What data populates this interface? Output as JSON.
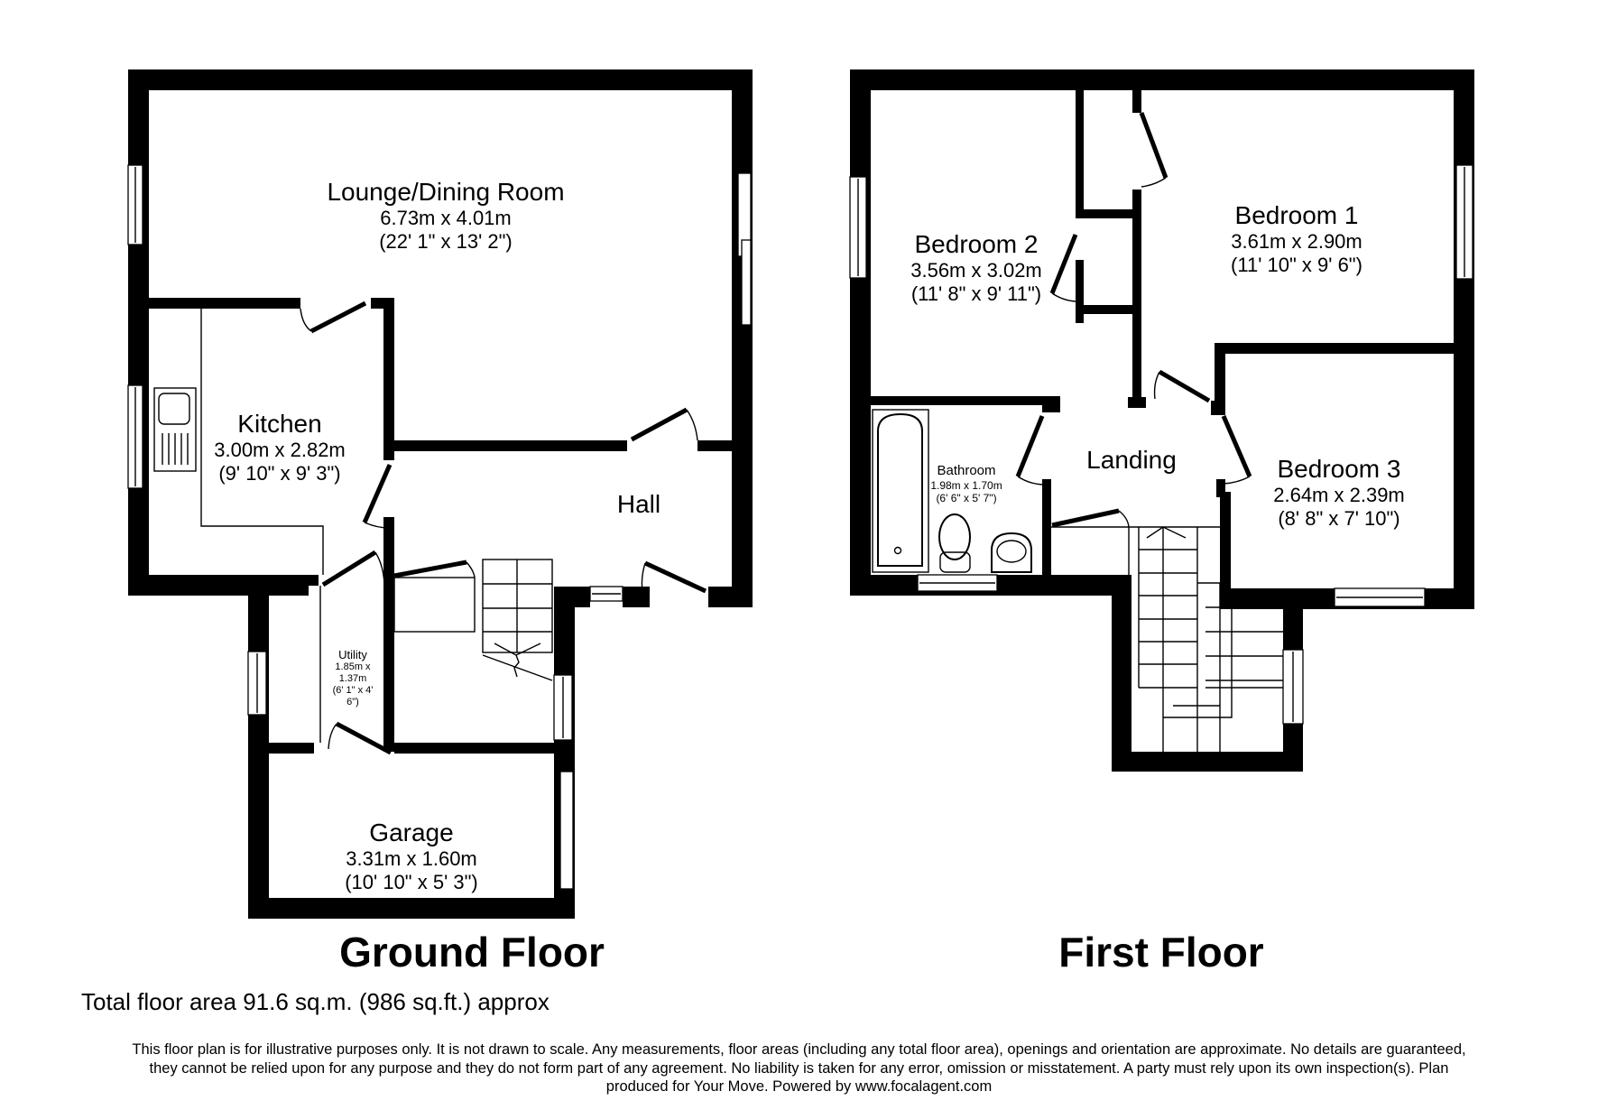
{
  "ground_floor": {
    "title": "Ground Floor",
    "rooms": {
      "lounge": {
        "name": "Lounge/Dining Room",
        "metric": "6.73m x 4.01m",
        "imperial": "(22' 1\" x 13' 2\")"
      },
      "kitchen": {
        "name": "Kitchen",
        "metric": "3.00m x 2.82m",
        "imperial": "(9' 10\" x 9' 3\")"
      },
      "hall": {
        "name": "Hall"
      },
      "utility": {
        "name": "Utility",
        "metric_line1": "1.85m x",
        "metric_line2": "1.37m",
        "imperial_line1": "(6' 1\" x 4'",
        "imperial_line2": "6\")"
      },
      "garage": {
        "name": "Garage",
        "metric": "3.31m x 1.60m",
        "imperial": "(10' 10\" x 5' 3\")"
      }
    }
  },
  "first_floor": {
    "title": "First Floor",
    "rooms": {
      "bedroom1": {
        "name": "Bedroom 1",
        "metric": "3.61m x 2.90m",
        "imperial": "(11' 10\" x 9' 6\")"
      },
      "bedroom2": {
        "name": "Bedroom 2",
        "metric": "3.56m x 3.02m",
        "imperial": "(11' 8\" x 9' 11\")"
      },
      "bedroom3": {
        "name": "Bedroom 3",
        "metric": "2.64m x 2.39m",
        "imperial": "(8' 8\" x 7' 10\")"
      },
      "bathroom": {
        "name": "Bathroom",
        "metric": "1.98m x 1.70m",
        "imperial": "(6' 6\" x 5' 7\")"
      },
      "landing": {
        "name": "Landing"
      }
    }
  },
  "total_area": "Total floor area 91.6 sq.m. (986 sq.ft.) approx",
  "disclaimer": {
    "line1": "This floor plan is for illustrative purposes only. It is not drawn to scale. Any measurements, floor areas (including any total floor area), openings and orientation are approximate. No details are guaranteed,",
    "line2": "they cannot be relied upon for any purpose and they do not form part of any agreement. No liability is taken for any error, omission or misstatement. A party must rely upon its own inspection(s).  Plan",
    "line3": "produced for Your Move. Powered by www.focalagent.com"
  },
  "icons": {
    "window": "window-symbol",
    "door": "door-swing-symbol",
    "stairs": "stairs-symbol",
    "sink": "sink-symbol",
    "bath": "bath-symbol",
    "toilet": "toilet-symbol",
    "basin": "basin-symbol"
  },
  "colors": {
    "wall": "#000000",
    "background": "#ffffff"
  }
}
